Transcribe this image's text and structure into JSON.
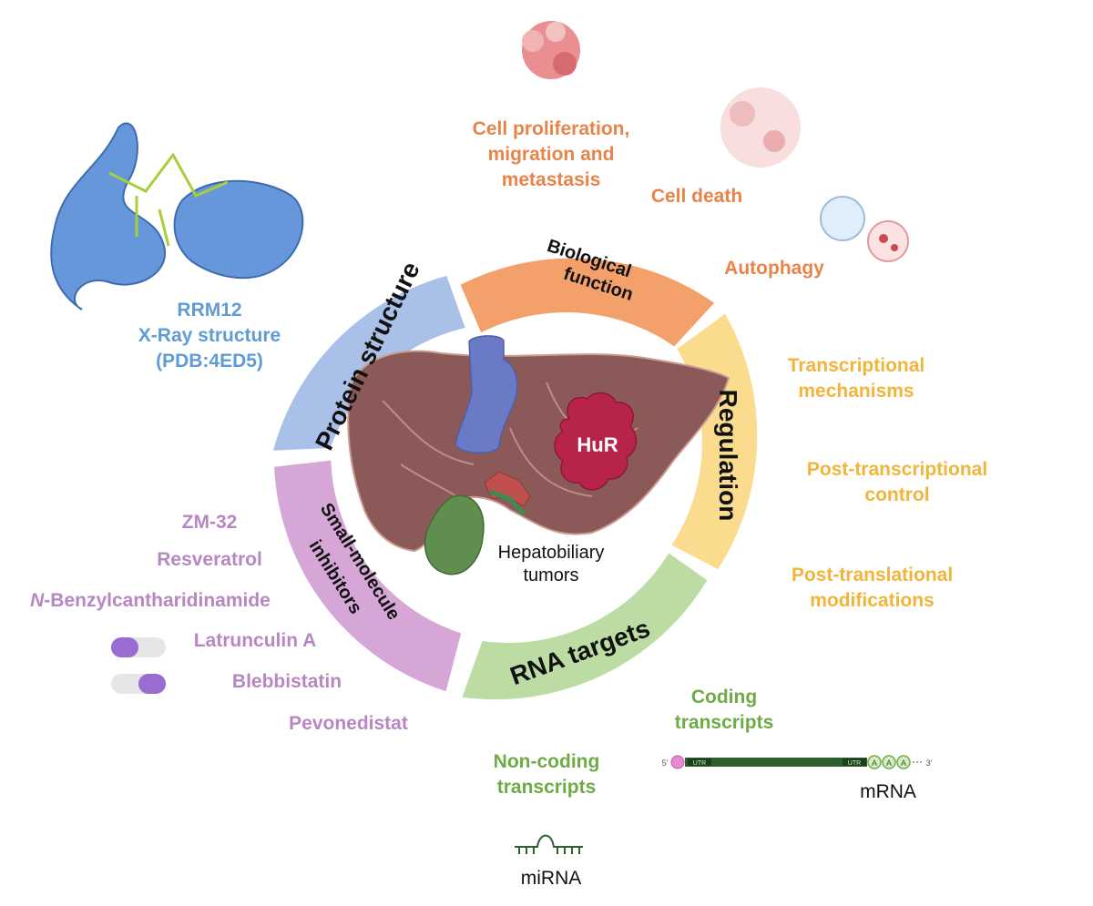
{
  "center": {
    "protein_label": "HuR",
    "tumor_label": [
      "Hepatobiliary",
      "tumors"
    ]
  },
  "segments": {
    "biological_function": [
      "Biological",
      "function"
    ],
    "regulation": "Regulation",
    "rna_targets": "RNA targets",
    "small_molecule_inhibitors": [
      "Small-molecule",
      "inhibitors"
    ],
    "protein_structure": "Protein structure"
  },
  "biological_function": {
    "items": [
      "Cell proliferation,",
      "migration and",
      "metastasis"
    ],
    "cell_death": "Cell death",
    "autophagy": "Autophagy"
  },
  "regulation": {
    "transcriptional": [
      "Transcriptional",
      "mechanisms"
    ],
    "post_transcriptional": [
      "Post-transcriptional",
      "control"
    ],
    "post_translational": [
      "Post-translational",
      "modifications"
    ]
  },
  "rna_targets": {
    "coding": [
      "Coding",
      "transcripts"
    ],
    "non_coding": [
      "Non-coding",
      "transcripts"
    ],
    "mrna_label": "mRNA",
    "mirna_label": "miRNA",
    "mrna_five_prime": "5'",
    "mrna_three_prime": "3'",
    "utr_label": "UTR",
    "poly_a": "A"
  },
  "inhibitors": {
    "zm32": "ZM-32",
    "resveratrol": "Resveratrol",
    "benzyl_prefix": "N",
    "benzyl_rest": "-Benzylcantharidinamide",
    "latrunculin": "Latrunculin A",
    "blebbistatin": "Blebbistatin",
    "pevonedistat": "Pevonedistat"
  },
  "protein_structure": {
    "rrm": "RRM12",
    "xray": "X-Ray structure",
    "pdb": "(PDB:4ED5)"
  },
  "colors": {
    "biological_function": "#f4a06a",
    "regulation": "#fbdc8e",
    "rna_targets": "#bcdca3",
    "small_molecule_inhibitors": "#d6a6d6",
    "protein_structure": "#a9c1e8",
    "liver": "#8b5a58",
    "hur": "#b8234a",
    "protein_ribbon": "#5b8fd8"
  }
}
